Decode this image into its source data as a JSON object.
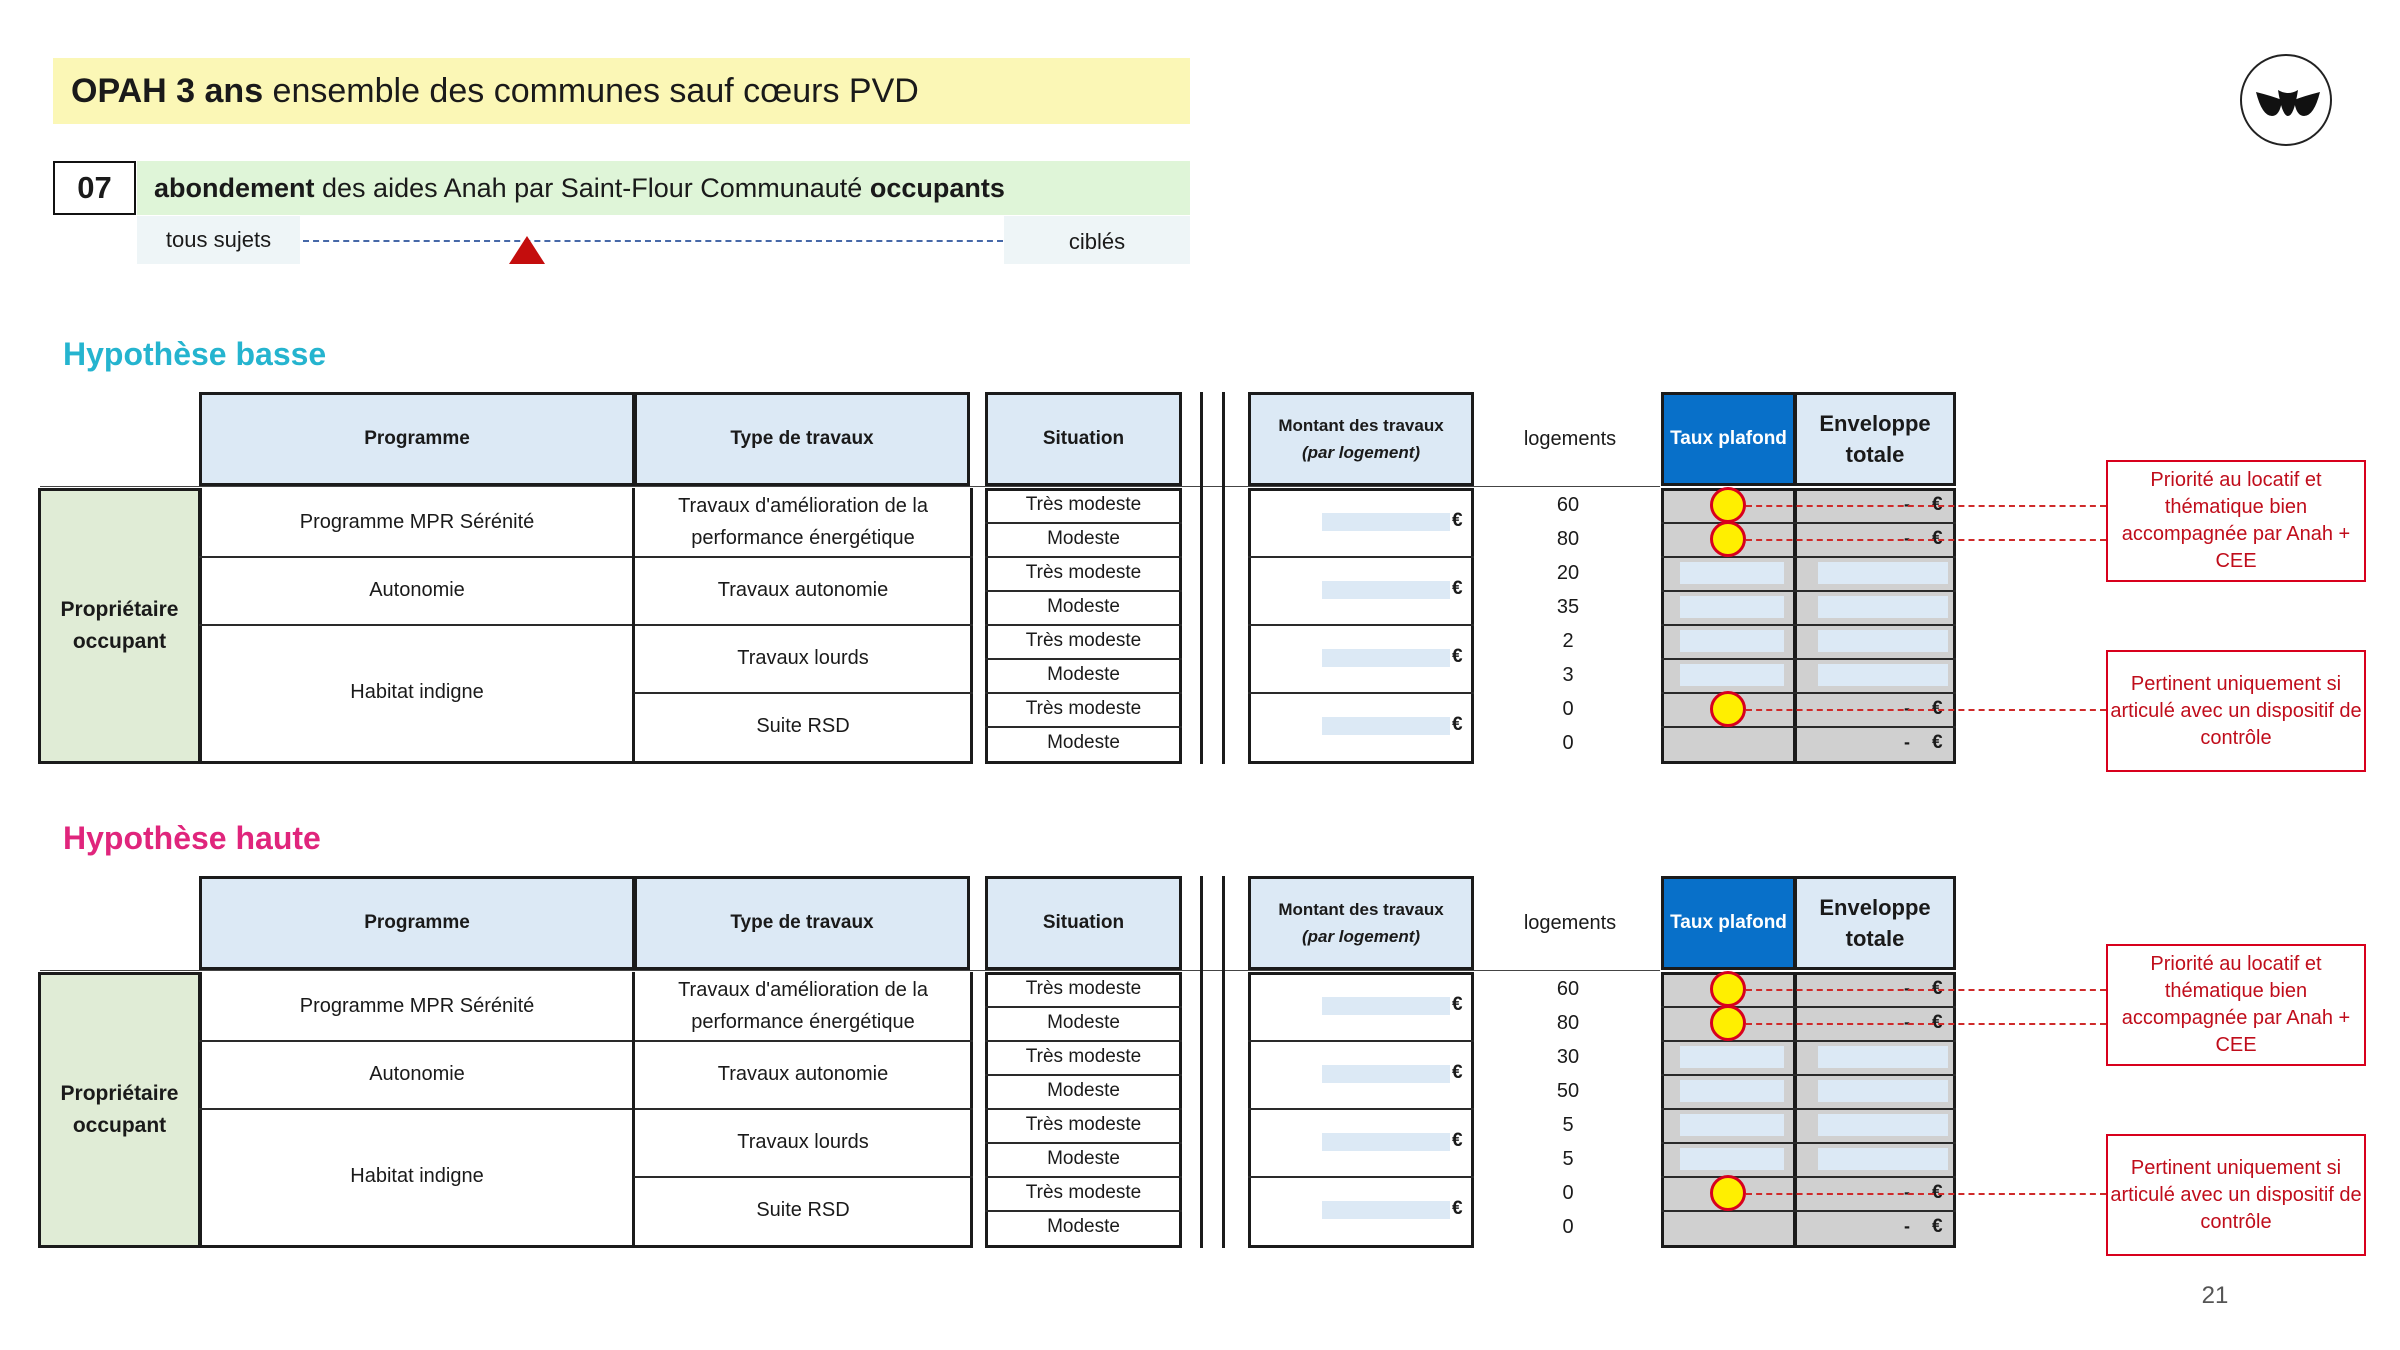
{
  "header": {
    "title_bold": "OPAH 3 ans",
    "title_rest": " ensemble des communes sauf cœurs PVD"
  },
  "measure": {
    "number": "07",
    "label_bold_1": "abondement",
    "label_mid": " des aides Anah par Saint-Flour Communauté ",
    "label_bold_2": "occupants",
    "scale_left": "tous sujets",
    "scale_right": "ciblés",
    "scale_position": 0.32
  },
  "colors": {
    "basse": "#25b4cf",
    "haute": "#e0257c",
    "accent_blue": "#0870c9",
    "note_red": "#d8001d"
  },
  "table_headers": {
    "programme": "Programme",
    "type": "Type de travaux",
    "situation": "Situation",
    "montant": "Montant des travaux",
    "montant_sub": "(par logement)",
    "logements": "logements",
    "taux": "Taux plafond",
    "enveloppe": "Enveloppe totale"
  },
  "category": "Propriétaire occupant",
  "rows_static": {
    "programmes": [
      "Programme MPR Sérénité",
      "Autonomie",
      "Habitat indigne"
    ],
    "types": [
      "Travaux d'amélioration de la performance énergétique",
      "Travaux autonomie",
      "Travaux lourds",
      "Suite RSD"
    ],
    "situations": [
      "Très modeste",
      "Modeste",
      "Très modeste",
      "Modeste",
      "Très modeste",
      "Modeste",
      "Très modeste",
      "Modeste"
    ],
    "euro": "€",
    "dash": "-"
  },
  "sections": [
    {
      "title": "Hypothèse basse",
      "logements": [
        "60",
        "80",
        "20",
        "35",
        "2",
        "3",
        "0",
        "0"
      ],
      "notes": [
        "Priorité au locatif et thématique bien accompagnée par Anah + CEE",
        "Pertinent uniquement si articulé avec un dispositif de contrôle"
      ]
    },
    {
      "title": "Hypothèse haute",
      "logements": [
        "60",
        "80",
        "30",
        "50",
        "5",
        "5",
        "0",
        "0"
      ],
      "notes": [
        "Priorité au locatif et thématique bien accompagnée par Anah + CEE",
        "Pertinent uniquement si articulé avec un dispositif de contrôle"
      ]
    }
  ],
  "page_number": "21"
}
